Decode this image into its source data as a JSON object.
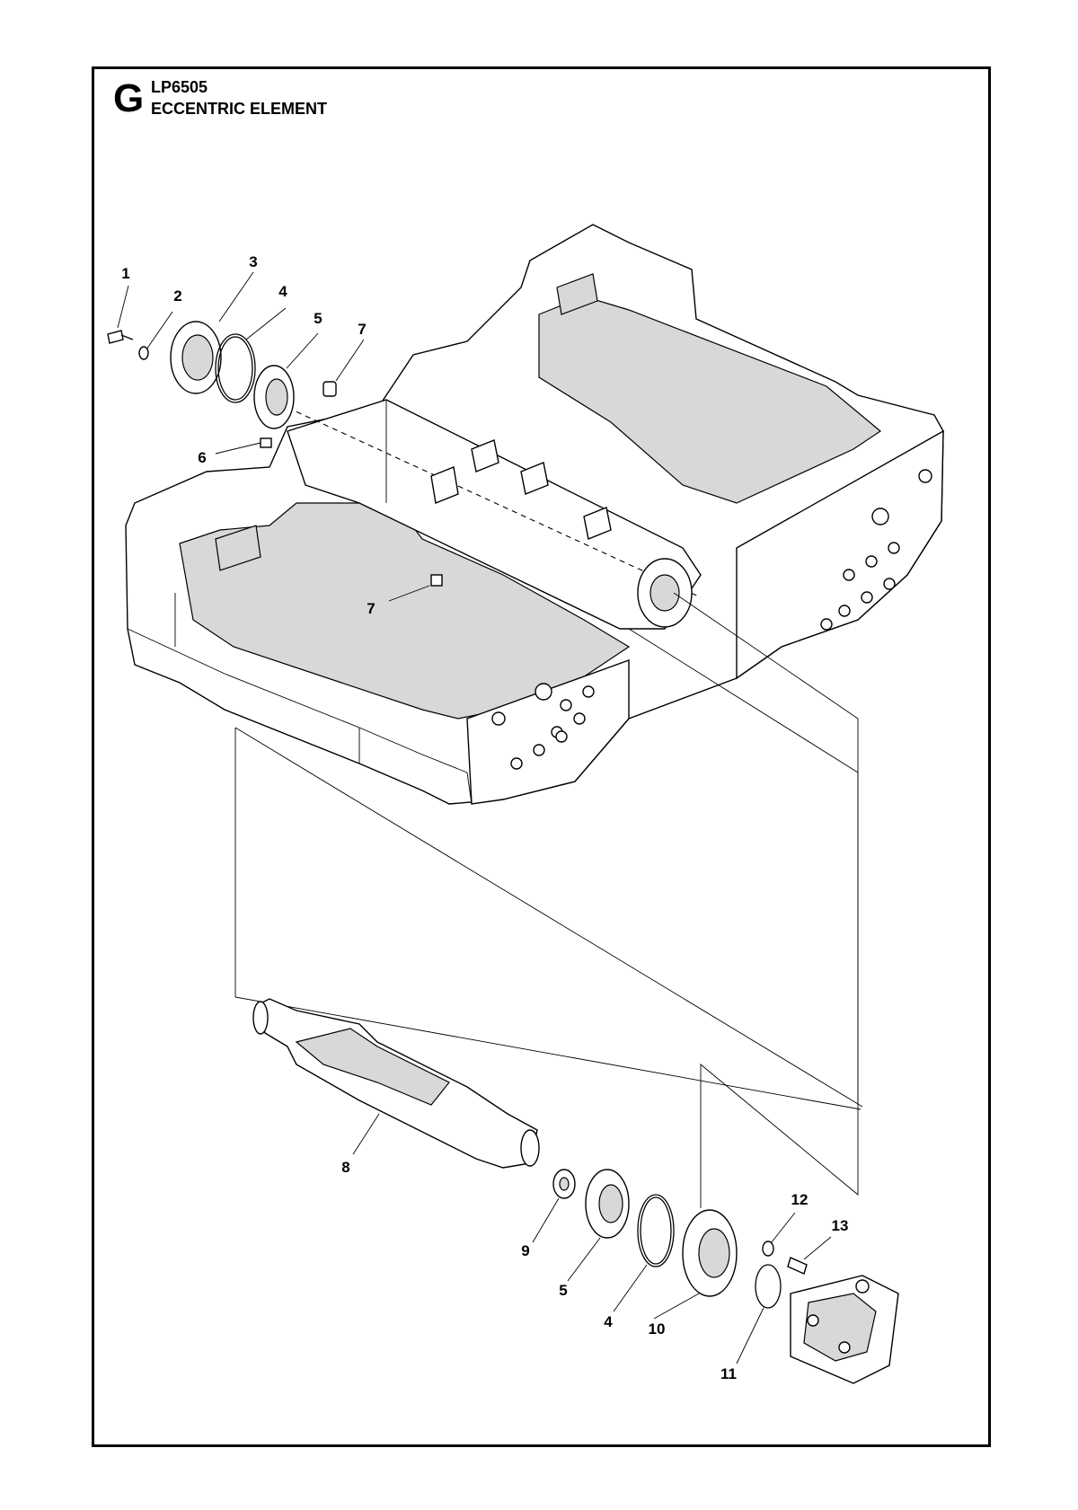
{
  "header": {
    "section_letter": "G",
    "model": "LP6505",
    "title": "ECCENTRIC ELEMENT"
  },
  "callouts": [
    "1",
    "2",
    "3",
    "4",
    "5",
    "7",
    "6",
    "7",
    "8",
    "9",
    "5",
    "4",
    "10",
    "11",
    "12",
    "13"
  ]
}
